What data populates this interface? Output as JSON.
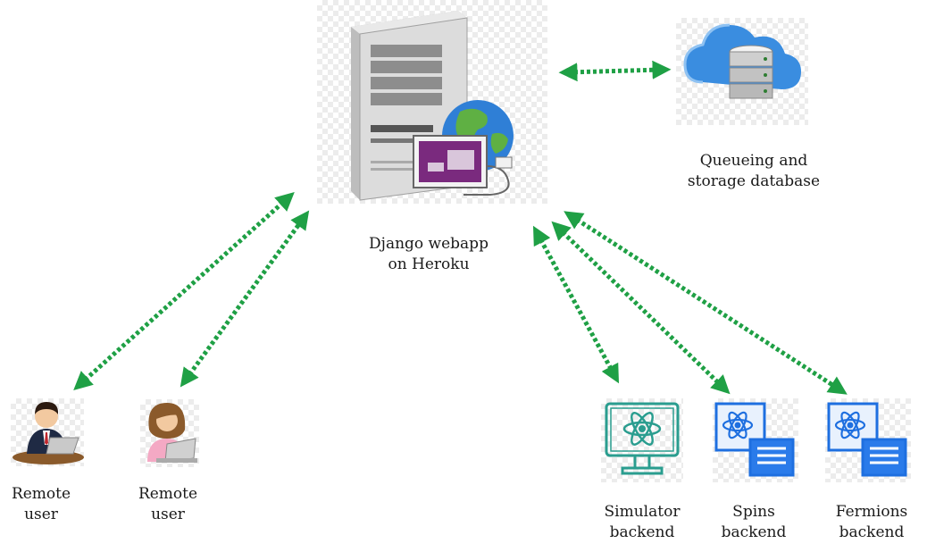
{
  "nodes": {
    "server": {
      "label_line1": "Django webapp",
      "label_line2": "on Heroku"
    },
    "database": {
      "label_line1": "Queueing and",
      "label_line2": "storage database"
    },
    "user1": {
      "label_line1": "Remote",
      "label_line2": "user"
    },
    "user2": {
      "label_line1": "Remote",
      "label_line2": "user"
    },
    "simulator": {
      "label_line1": "Simulator",
      "label_line2": "backend"
    },
    "spins": {
      "label_line1": "Spins",
      "label_line2": "backend"
    },
    "fermions": {
      "label_line1": "Fermions",
      "label_line2": "backend"
    }
  },
  "colors": {
    "arrow": "#1fa045",
    "teal": "#2a9d8f",
    "blue": "#1e6fe0",
    "server_gray": "#d8d8d8",
    "monitor_purple": "#7a2a7e"
  },
  "icons": [
    "server-icon",
    "globe-icon",
    "cloud-database-icon",
    "user-male-laptop-icon",
    "user-female-laptop-icon",
    "atom-monitor-icon",
    "atom-document-icon"
  ]
}
